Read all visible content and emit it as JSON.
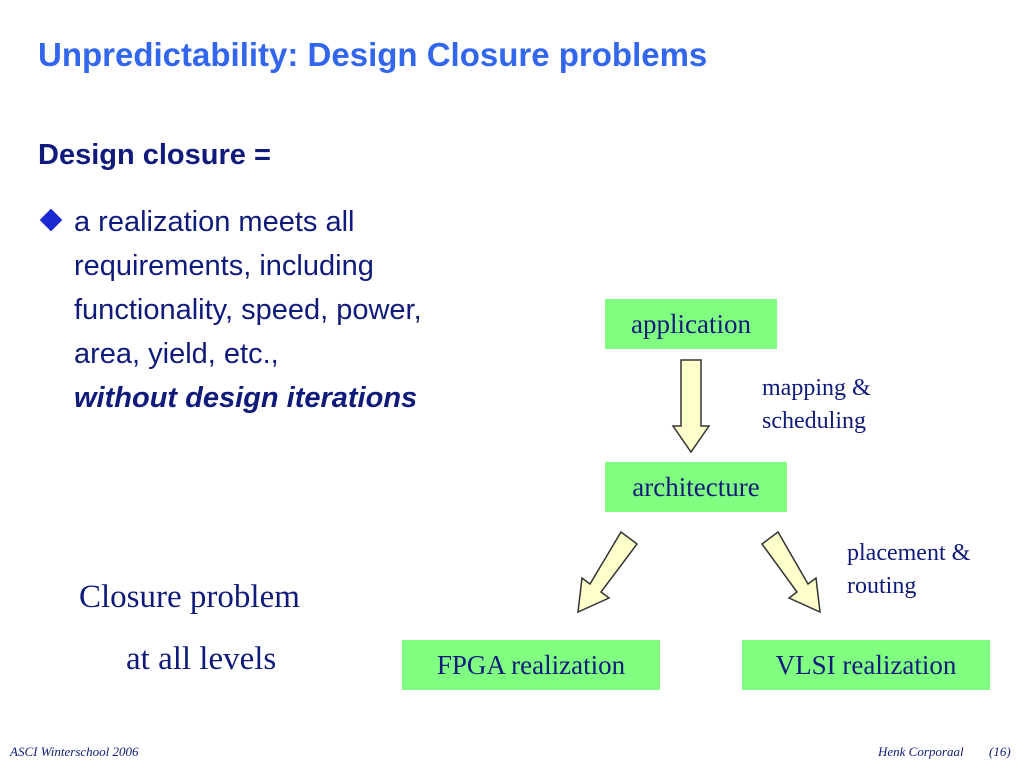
{
  "slide": {
    "title": "Unpredictability: Design Closure problems",
    "heading": "Design closure =",
    "bullet": {
      "lines": [
        "a realization meets all",
        "requirements, including",
        "functionality, speed, power,",
        "area, yield, etc.,"
      ],
      "emphasis": "without design iterations"
    },
    "closure_note": {
      "line1": "Closure problem",
      "line2": "at all levels"
    }
  },
  "diagram": {
    "nodes": {
      "application": "application",
      "architecture": "architecture",
      "fpga": "FPGA realization",
      "vlsi": "VLSI realization"
    },
    "edge_labels": {
      "mapping_line1": "mapping &",
      "mapping_line2": "scheduling",
      "placement_line1": "placement &",
      "placement_line2": "routing"
    },
    "colors": {
      "node_fill": "#80ff80",
      "arrow_fill": "#ffffcc",
      "title": "#3366ee",
      "text": "#101a7a"
    }
  },
  "footer": {
    "left": "ASCI Winterschool 2006",
    "author": "Henk Corporaal",
    "page": "(16)"
  }
}
